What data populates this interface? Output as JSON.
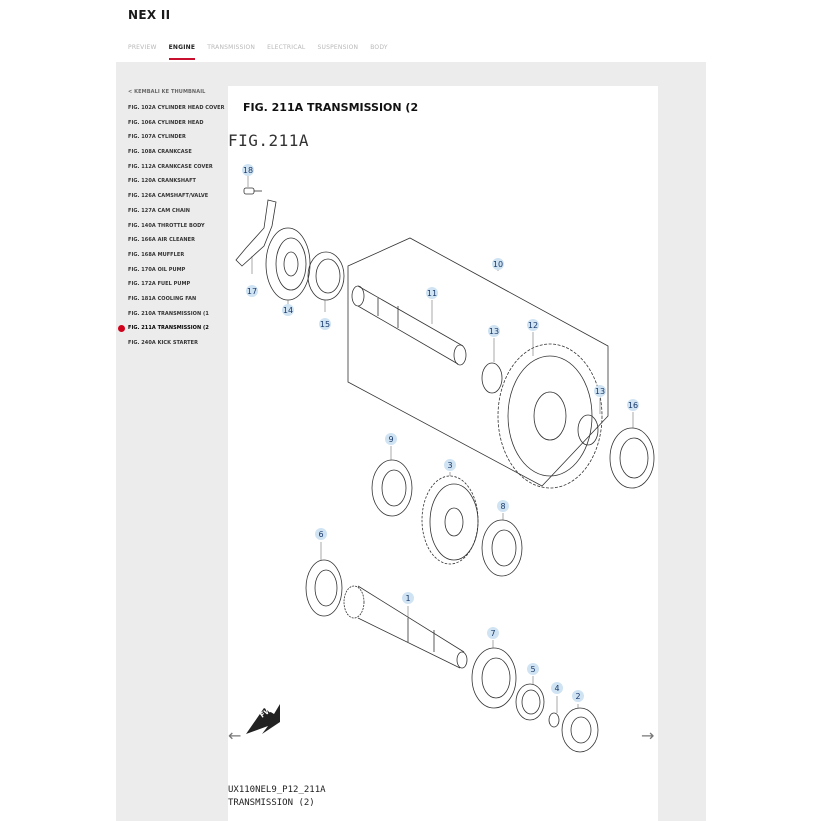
{
  "app": {
    "title": "NEX II"
  },
  "tabs": [
    {
      "label": "PREVIEW",
      "active": false
    },
    {
      "label": "ENGINE",
      "active": true
    },
    {
      "label": "TRANSMISSION",
      "active": false
    },
    {
      "label": "ELECTRICAL",
      "active": false
    },
    {
      "label": "SUSPENSION",
      "active": false
    },
    {
      "label": "BODY",
      "active": false
    }
  ],
  "sidebar": {
    "back_label": "< KEMBALI KE THUMBNAIL",
    "items": [
      {
        "label": "FIG. 102A CYLINDER HEAD COVER"
      },
      {
        "label": "FIG. 106A CYLINDER HEAD"
      },
      {
        "label": "FIG. 107A CYLINDER"
      },
      {
        "label": "FIG. 108A CRANKCASE"
      },
      {
        "label": "FIG. 112A CRANKCASE COVER"
      },
      {
        "label": "FIG. 120A CRANKSHAFT"
      },
      {
        "label": "FIG. 126A CAMSHAFT/VALVE"
      },
      {
        "label": "FIG. 127A CAM CHAIN"
      },
      {
        "label": "FIG. 140A THROTTLE BODY"
      },
      {
        "label": "FIG. 166A AIR CLEANER"
      },
      {
        "label": "FIG. 168A MUFFLER"
      },
      {
        "label": "FIG. 170A OIL PUMP"
      },
      {
        "label": "FIG. 172A FUEL PUMP"
      },
      {
        "label": "FIG. 181A COOLING FAN"
      },
      {
        "label": "FIG. 210A TRANSMISSION (1"
      },
      {
        "label": "FIG. 211A TRANSMISSION (2"
      },
      {
        "label": "FIG. 240A KICK STARTER"
      }
    ],
    "active_index": 15
  },
  "panel": {
    "title": "FIG. 211A TRANSMISSION (2",
    "fig_label": "FIG.211A",
    "footer_code": "UX110NEL9_P12_211A",
    "footer_name": "TRANSMISSION (2)",
    "prev_icon": "arrow-left-icon",
    "next_icon": "arrow-right-icon"
  },
  "diagram": {
    "fwd_label": "FWD",
    "callouts": [
      "1",
      "2",
      "3",
      "4",
      "5",
      "6",
      "7",
      "8",
      "9",
      "10",
      "11",
      "12",
      "13",
      "13",
      "14",
      "15",
      "16",
      "17",
      "18"
    ]
  },
  "colors": {
    "accent": "#c8102e",
    "active_dot": "#d0021b",
    "callout": "#cfe3f3"
  }
}
